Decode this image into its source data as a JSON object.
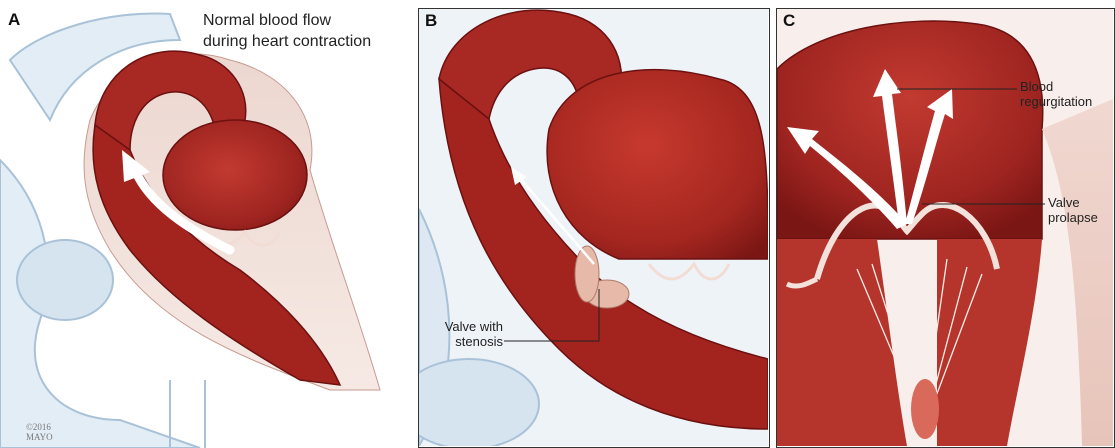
{
  "panels": [
    {
      "letter": "A",
      "caption_line1": "Normal blood flow",
      "caption_line2": "during heart contraction",
      "copyright_line1": "©2016",
      "copyright_line2": "MAYO"
    },
    {
      "letter": "B",
      "label_line1": "Valve with",
      "label_line2": "stenosis"
    },
    {
      "letter": "C",
      "label1_line1": "Blood",
      "label1_line2": "regurgitation",
      "label2_line1": "Valve",
      "label2_line2": "prolapse"
    }
  ],
  "colors": {
    "tissue_dark": "#8c1a17",
    "tissue_mid": "#b8302a",
    "tissue_light": "#d75a4a",
    "background_tissue": "#dce8f2",
    "background_outline": "#a9c2d8",
    "arrow": "#ffffff",
    "frame": "#333333"
  }
}
